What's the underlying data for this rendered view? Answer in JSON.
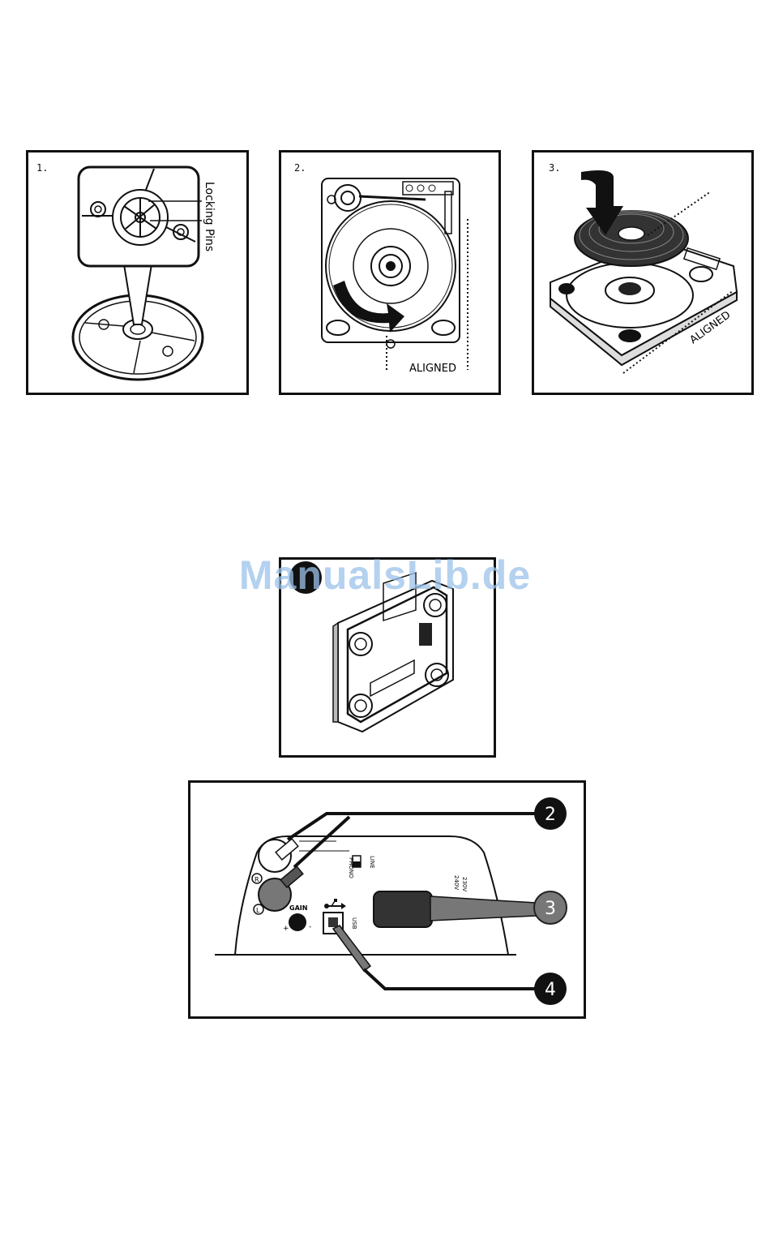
{
  "steps": [
    {
      "number": "1.",
      "callout": "Locking Pins"
    },
    {
      "number": "2.",
      "callout": "ALIGNED"
    },
    {
      "number": "3.",
      "callout": "ALIGNED"
    }
  ],
  "rear_panel": {
    "callouts": [
      "2",
      "3",
      "4"
    ],
    "labels": {
      "right_channel": "R",
      "left_channel": "L",
      "gain": "GAIN",
      "gain_plus": "+",
      "gain_minus": "-",
      "line": "LINE",
      "phono": "PHONO",
      "usb": "USB",
      "v230": "230V",
      "v240": "240V"
    }
  },
  "watermark": "ManualsLib.de",
  "icons": [
    "usb-icon",
    "downward-arrow-icon",
    "rotate-arrow-icon"
  ]
}
